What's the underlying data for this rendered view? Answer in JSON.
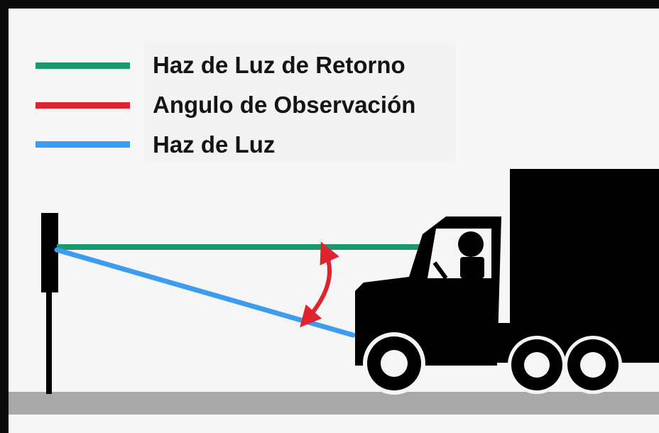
{
  "legend": {
    "items": [
      {
        "label": "Haz de Luz de Retorno",
        "color": "#1a9a6c",
        "represents": "return-beam"
      },
      {
        "label": "Angulo de Observación",
        "color": "#e0242f",
        "represents": "observation-angle"
      },
      {
        "label": "Haz de Luz",
        "color": "#3d9cf0",
        "represents": "light-beam"
      }
    ]
  },
  "colors": {
    "background": "#f6f6f6",
    "frame": "#0a0a0a",
    "ground": "#a9a9a9",
    "truck": "#000000",
    "sign": "#000000",
    "legend_background": "#f3f3f3"
  },
  "icons": {
    "vehicle": "truck-icon",
    "driver": "driver-icon",
    "sign": "retroreflective-sign-post"
  }
}
